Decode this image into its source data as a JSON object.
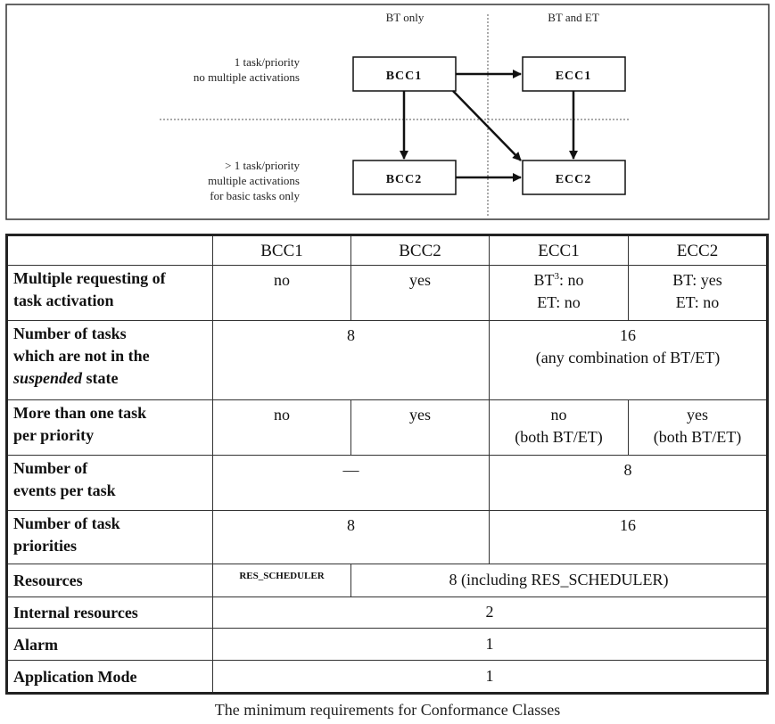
{
  "diagram": {
    "column_labels": {
      "bt_only": "BT only",
      "bt_and_et": "BT and ET"
    },
    "row_labels": {
      "top": [
        "1 task/priority",
        "no multiple activations"
      ],
      "bottom": [
        "> 1 task/priority",
        "multiple activations",
        "for  basic tasks only"
      ]
    },
    "boxes": {
      "bcc1": "BCC1",
      "ecc1": "ECC1",
      "bcc2": "BCC2",
      "ecc2": "ECC2"
    }
  },
  "table": {
    "headers": [
      "BCC1",
      "BCC2",
      "ECC1",
      "ECC2"
    ],
    "rows": {
      "multiple_activation": {
        "label": [
          "Multiple requesting of",
          "task activation"
        ],
        "bcc1": "no",
        "bcc2": "yes",
        "ecc1_a_pre": "BT",
        "ecc1_a_sup": "3",
        "ecc1_a_post": ": no",
        "ecc1_b": "ET: no",
        "ecc2_a": "BT: yes",
        "ecc2_b": "ET: no"
      },
      "tasks_not_suspended": {
        "label_1": "Number of tasks",
        "label_2": "which are not in the",
        "label_3_italic": "suspended",
        "label_3_rest": " state",
        "bcc": "8",
        "ecc_a": "16",
        "ecc_b": "(any combination of BT/ET)"
      },
      "task_per_priority": {
        "label": [
          "More than one task",
          "per priority"
        ],
        "bcc1": "no",
        "bcc2": "yes",
        "ecc1_a": "no",
        "ecc1_b": "(both BT/ET)",
        "ecc2_a": "yes",
        "ecc2_b": "(both BT/ET)"
      },
      "events_per_task": {
        "label": [
          "Number of",
          "events per task"
        ],
        "bcc": "—",
        "ecc": "8"
      },
      "task_priorities": {
        "label": [
          "Number of task",
          "priorities"
        ],
        "bcc": "8",
        "ecc": "16"
      },
      "resources": {
        "label": "Resources",
        "bcc1": "RES_SCHEDULER",
        "rest": "8 (including RES_SCHEDULER)"
      },
      "internal_resources": {
        "label": "Internal resources",
        "value": "2"
      },
      "alarm": {
        "label": "Alarm",
        "value": "1"
      },
      "application_mode": {
        "label": "Application Mode",
        "value": "1"
      }
    }
  },
  "caption": "The minimum requirements for Conformance Classes"
}
